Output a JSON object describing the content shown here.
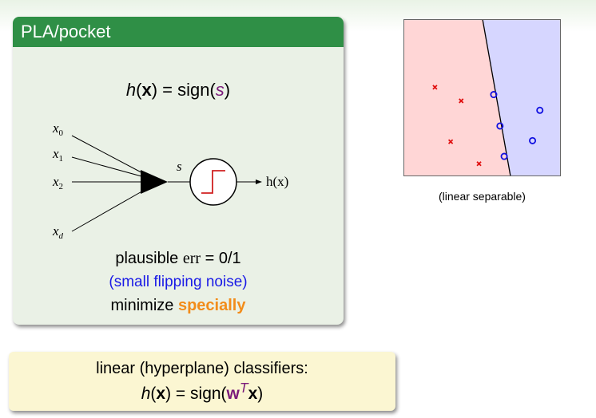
{
  "block": {
    "title": "PLA/pocket",
    "hypothesis": {
      "h": "h",
      "x": "x",
      "eq": " = sign(",
      "s": "s",
      "close": ")"
    },
    "inputs": [
      "x0",
      "x1",
      "x2",
      "xd"
    ],
    "input_labels": {
      "x0": "x",
      "x0_sub": "0",
      "x1": "x",
      "x1_sub": "1",
      "x2": "x",
      "x2_sub": "2",
      "xd": "x",
      "xd_sub": "d"
    },
    "s_label": "s",
    "output_label": "h(x)",
    "plausible_prefix": "plausible ",
    "plausible_err": "err",
    "plausible_suffix": " = 0/1",
    "noise_note": "(small flipping noise)",
    "minimize_prefix": "minimize ",
    "minimize_emph": "specially"
  },
  "summary": {
    "line1": "linear (hyperplane) classifiers:",
    "h": "h",
    "x": "x",
    "eq": " = sign(",
    "w": "w",
    "T": "T",
    "x2": "x",
    "close": ")"
  },
  "plot": {
    "caption": "(linear separable)",
    "colors": {
      "left_region": "#ffd6d6",
      "right_region": "#d6d6ff",
      "cross": "#e01010",
      "circle": "#1010e0"
    },
    "crosses": [
      [
        0.3,
        0.85
      ],
      [
        0.55,
        0.72
      ],
      [
        0.45,
        0.33
      ],
      [
        0.72,
        0.12
      ]
    ],
    "circles": [
      [
        0.86,
        0.78
      ],
      [
        1.3,
        0.63
      ],
      [
        0.92,
        0.48
      ],
      [
        1.23,
        0.34
      ],
      [
        0.96,
        0.19
      ]
    ]
  }
}
